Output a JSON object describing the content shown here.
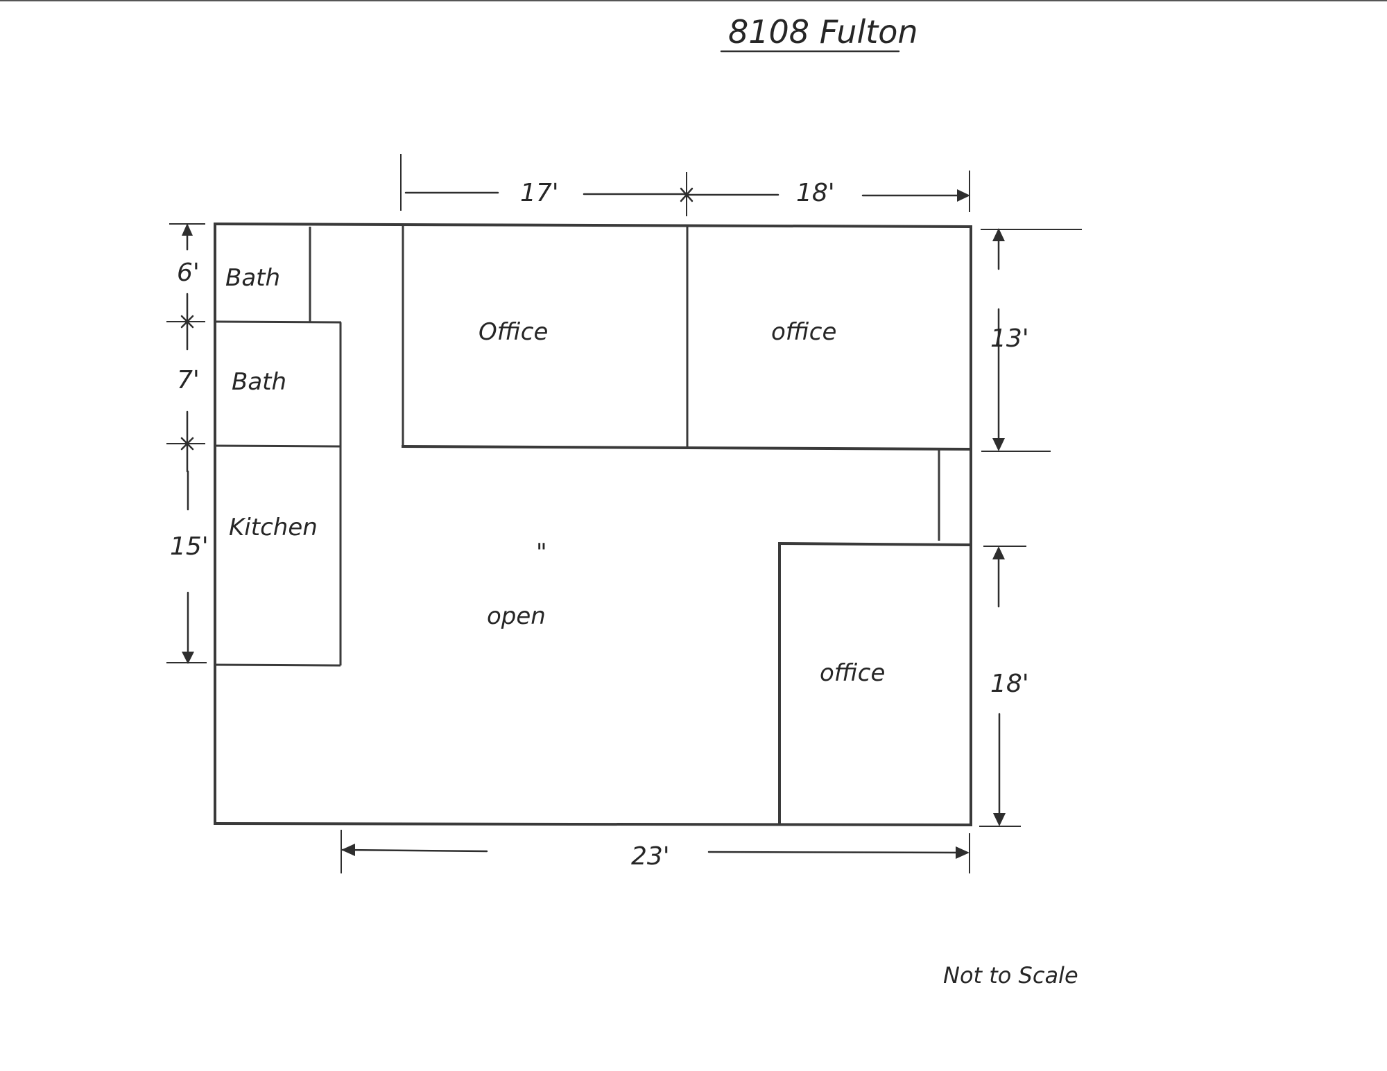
{
  "title": "8108 Fulton",
  "note": "Not to Scale",
  "rooms": {
    "bath_upper": "Bath",
    "bath_lower": "Bath",
    "kitchen": "Kitchen",
    "office_top_left": "Office",
    "office_top_right": "office",
    "office_lower_right": "office",
    "open_area": "open",
    "open_mark": "\""
  },
  "dimensions": {
    "bath_upper_height": "6'",
    "bath_lower_height": "7'",
    "kitchen_height": "15'",
    "office_top_left_width": "17'",
    "office_top_right_width": "18'",
    "office_top_height": "13'",
    "office_lower_height": "18'",
    "bottom_width": "23'"
  },
  "colors": {
    "ink": "#2e2e2e",
    "paper": "#ffffff"
  }
}
